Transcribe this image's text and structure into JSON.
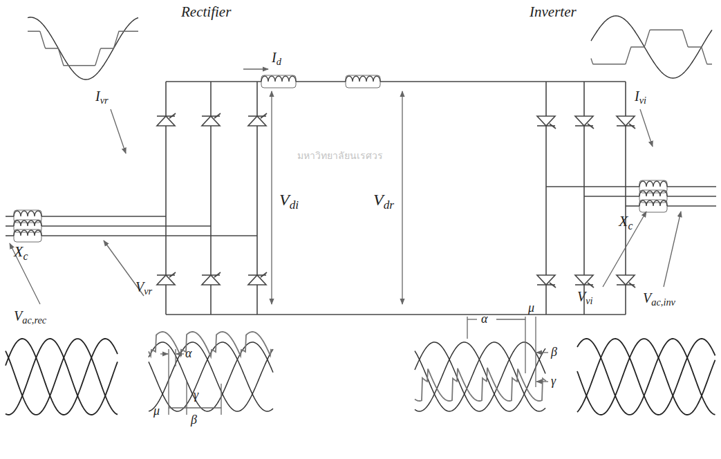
{
  "diagram": {
    "labels": [
      "Rectifier",
      "Inverter",
      "Id",
      "Ivr",
      "Ivi",
      "Vdi",
      "Vdr",
      "Xc",
      "Xc",
      "Vac,rec",
      "Vvr",
      "Vvi",
      "Vac,inv",
      "α",
      "μ",
      "γ",
      "β",
      "α",
      "μ",
      "β",
      "γ",
      "มหาวิทยาลัยนเรศวร"
    ]
  }
}
